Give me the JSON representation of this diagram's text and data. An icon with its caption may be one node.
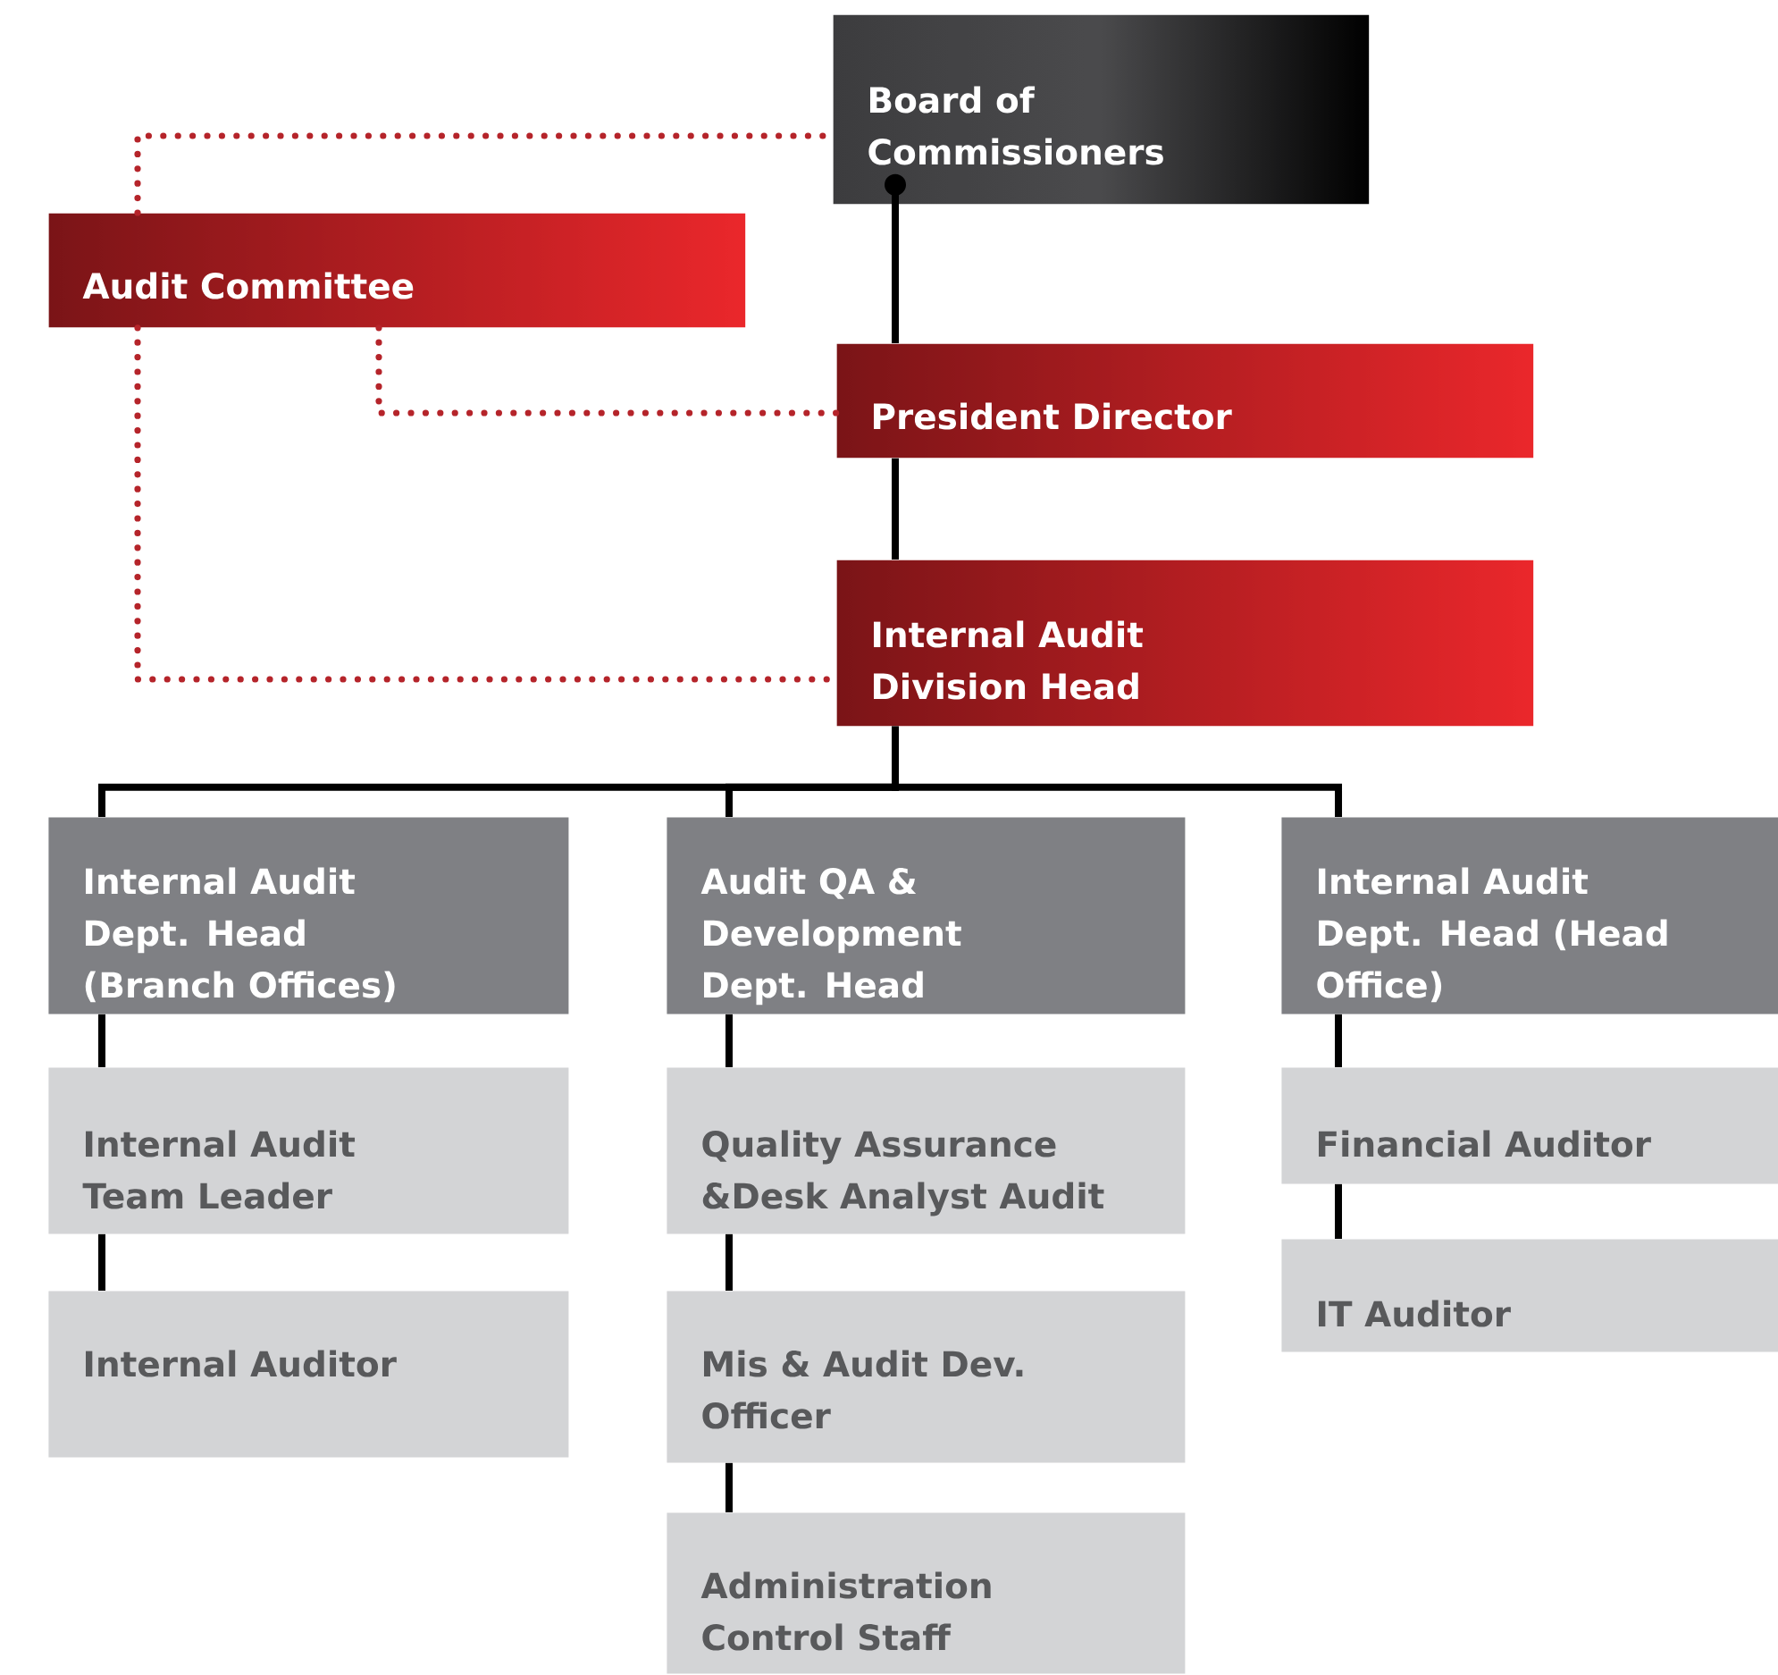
{
  "diagram": {
    "nodes": [
      {
        "text": [
          "Board of Commissioners"
        ]
      },
      {
        "text": [
          "Audit Committee"
        ]
      },
      {
        "text": [
          "President Director"
        ]
      },
      {
        "text": [
          "Internal Audit Division Head"
        ]
      },
      {
        "text": [
          "Internal Audit Dept. Head (Branch Offices)"
        ]
      },
      {
        "text": [
          "Audit QA & Development Dept. Head"
        ]
      },
      {
        "text": [
          "Internal Audit Dept. Head (Head Office)"
        ]
      },
      {
        "text": [
          "Internal Audit Team Leader"
        ]
      },
      {
        "text": [
          "Internal Auditor"
        ]
      },
      {
        "text": [
          "Quality Assurance &Desk Analyst Audit"
        ]
      },
      {
        "text": [
          "Mis & Audit Dev. Officer"
        ]
      },
      {
        "text": [
          "Administration Control Staff"
        ]
      },
      {
        "text": [
          "Financial Auditor"
        ]
      },
      {
        "text": [
          "IT Auditor"
        ]
      }
    ],
    "edges": [
      {
        "from": 0,
        "to": 2,
        "arrow": "other"
      },
      {
        "from": 2,
        "to": 3,
        "arrow": "none"
      },
      {
        "from": 3,
        "to": 4,
        "arrow": "none"
      },
      {
        "from": 3,
        "to": 5,
        "arrow": "none"
      },
      {
        "from": 3,
        "to": 6,
        "arrow": "none"
      },
      {
        "from": 4,
        "to": 7,
        "arrow": "none"
      },
      {
        "from": 7,
        "to": 8,
        "arrow": "none"
      },
      {
        "from": 5,
        "to": 9,
        "arrow": "none"
      },
      {
        "from": 9,
        "to": 10,
        "arrow": "none"
      },
      {
        "from": 10,
        "to": 11,
        "arrow": "none"
      },
      {
        "from": 6,
        "to": 12,
        "arrow": "none"
      },
      {
        "from": 12,
        "to": 13,
        "arrow": "none"
      },
      {
        "from": 1,
        "to": 0,
        "arrow": "none",
        "style": "dashed",
        "color": "#b5242a"
      },
      {
        "from": 1,
        "to": 2,
        "arrow": "none",
        "style": "dashed",
        "color": "#b5242a"
      },
      {
        "from": 1,
        "to": 3,
        "arrow": "none",
        "style": "dashed",
        "color": "#b5242a"
      }
    ]
  }
}
